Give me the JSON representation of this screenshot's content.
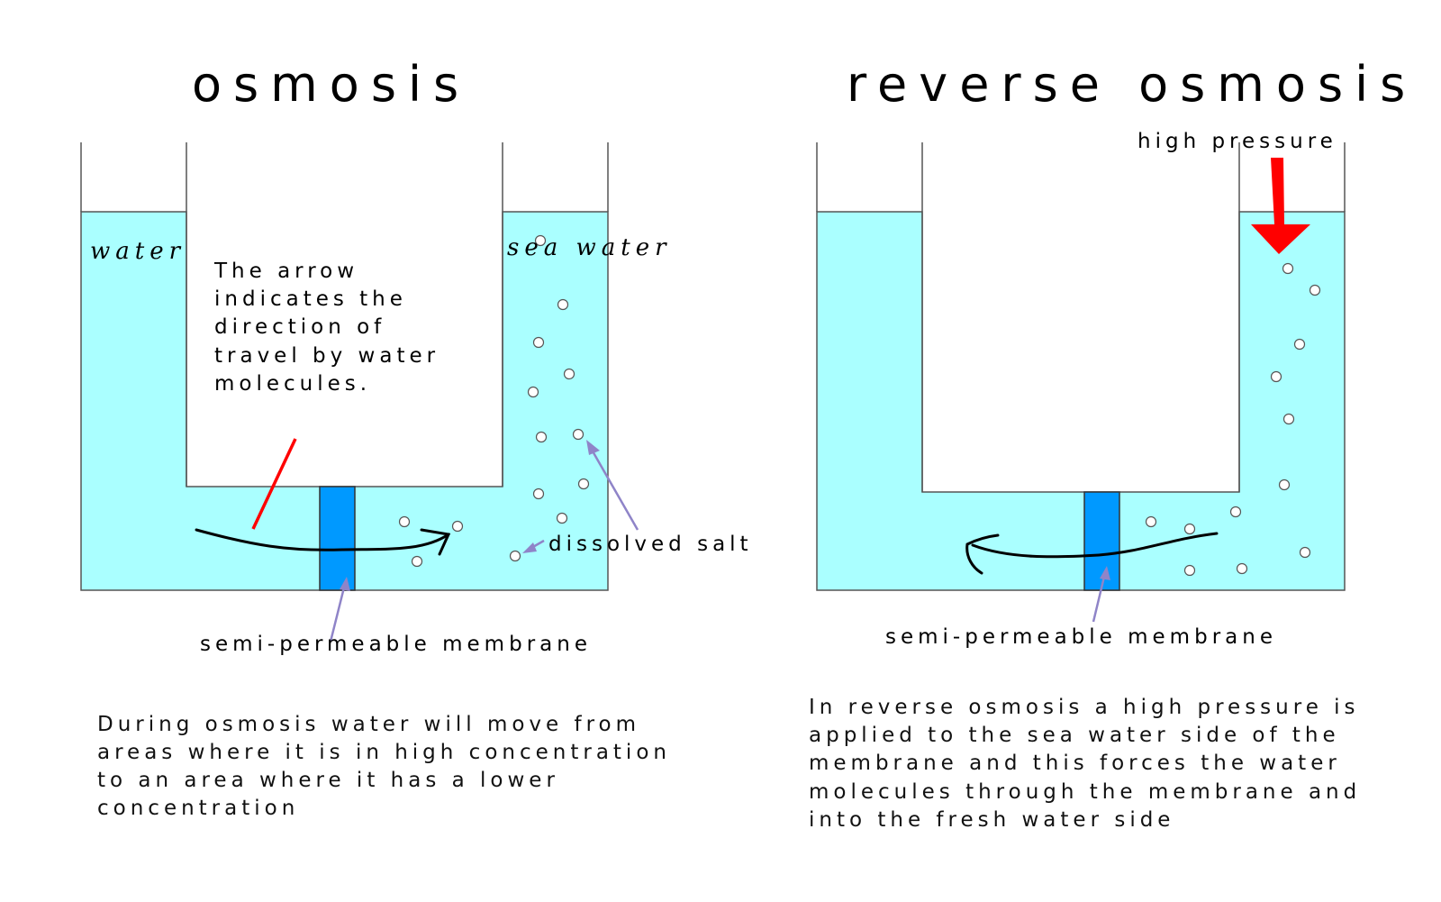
{
  "left_panel": {
    "title": "osmosis",
    "labels": {
      "water": "water",
      "sea_water": "sea water",
      "dissolved_salt": "dissolved salt",
      "membrane": "semi-permeable membrane"
    },
    "arrow_note": [
      "The arrow",
      "indicates the",
      "direction of",
      "travel by water",
      "molecules."
    ],
    "description": [
      "During osmosis water will move from",
      "areas where it is in high concentration",
      "to an area where it has a lower",
      "concentration"
    ],
    "flow_direction": "left-to-right"
  },
  "right_panel": {
    "title": "reverse osmosis",
    "labels": {
      "high_pressure": "high pressure",
      "membrane": "semi-permeable membrane"
    },
    "description": [
      "In reverse osmosis a high pressure is",
      "applied to the sea water side of the",
      "membrane and this forces the water",
      "molecules through the membrane and",
      "into the fresh water side"
    ],
    "flow_direction": "right-to-left"
  },
  "colors": {
    "water": "#aaffff",
    "membrane": "#0099ff",
    "pressure_arrow": "#ff0000",
    "pointer": "#8f84c8",
    "pointer_line_red": "#ff0000"
  }
}
